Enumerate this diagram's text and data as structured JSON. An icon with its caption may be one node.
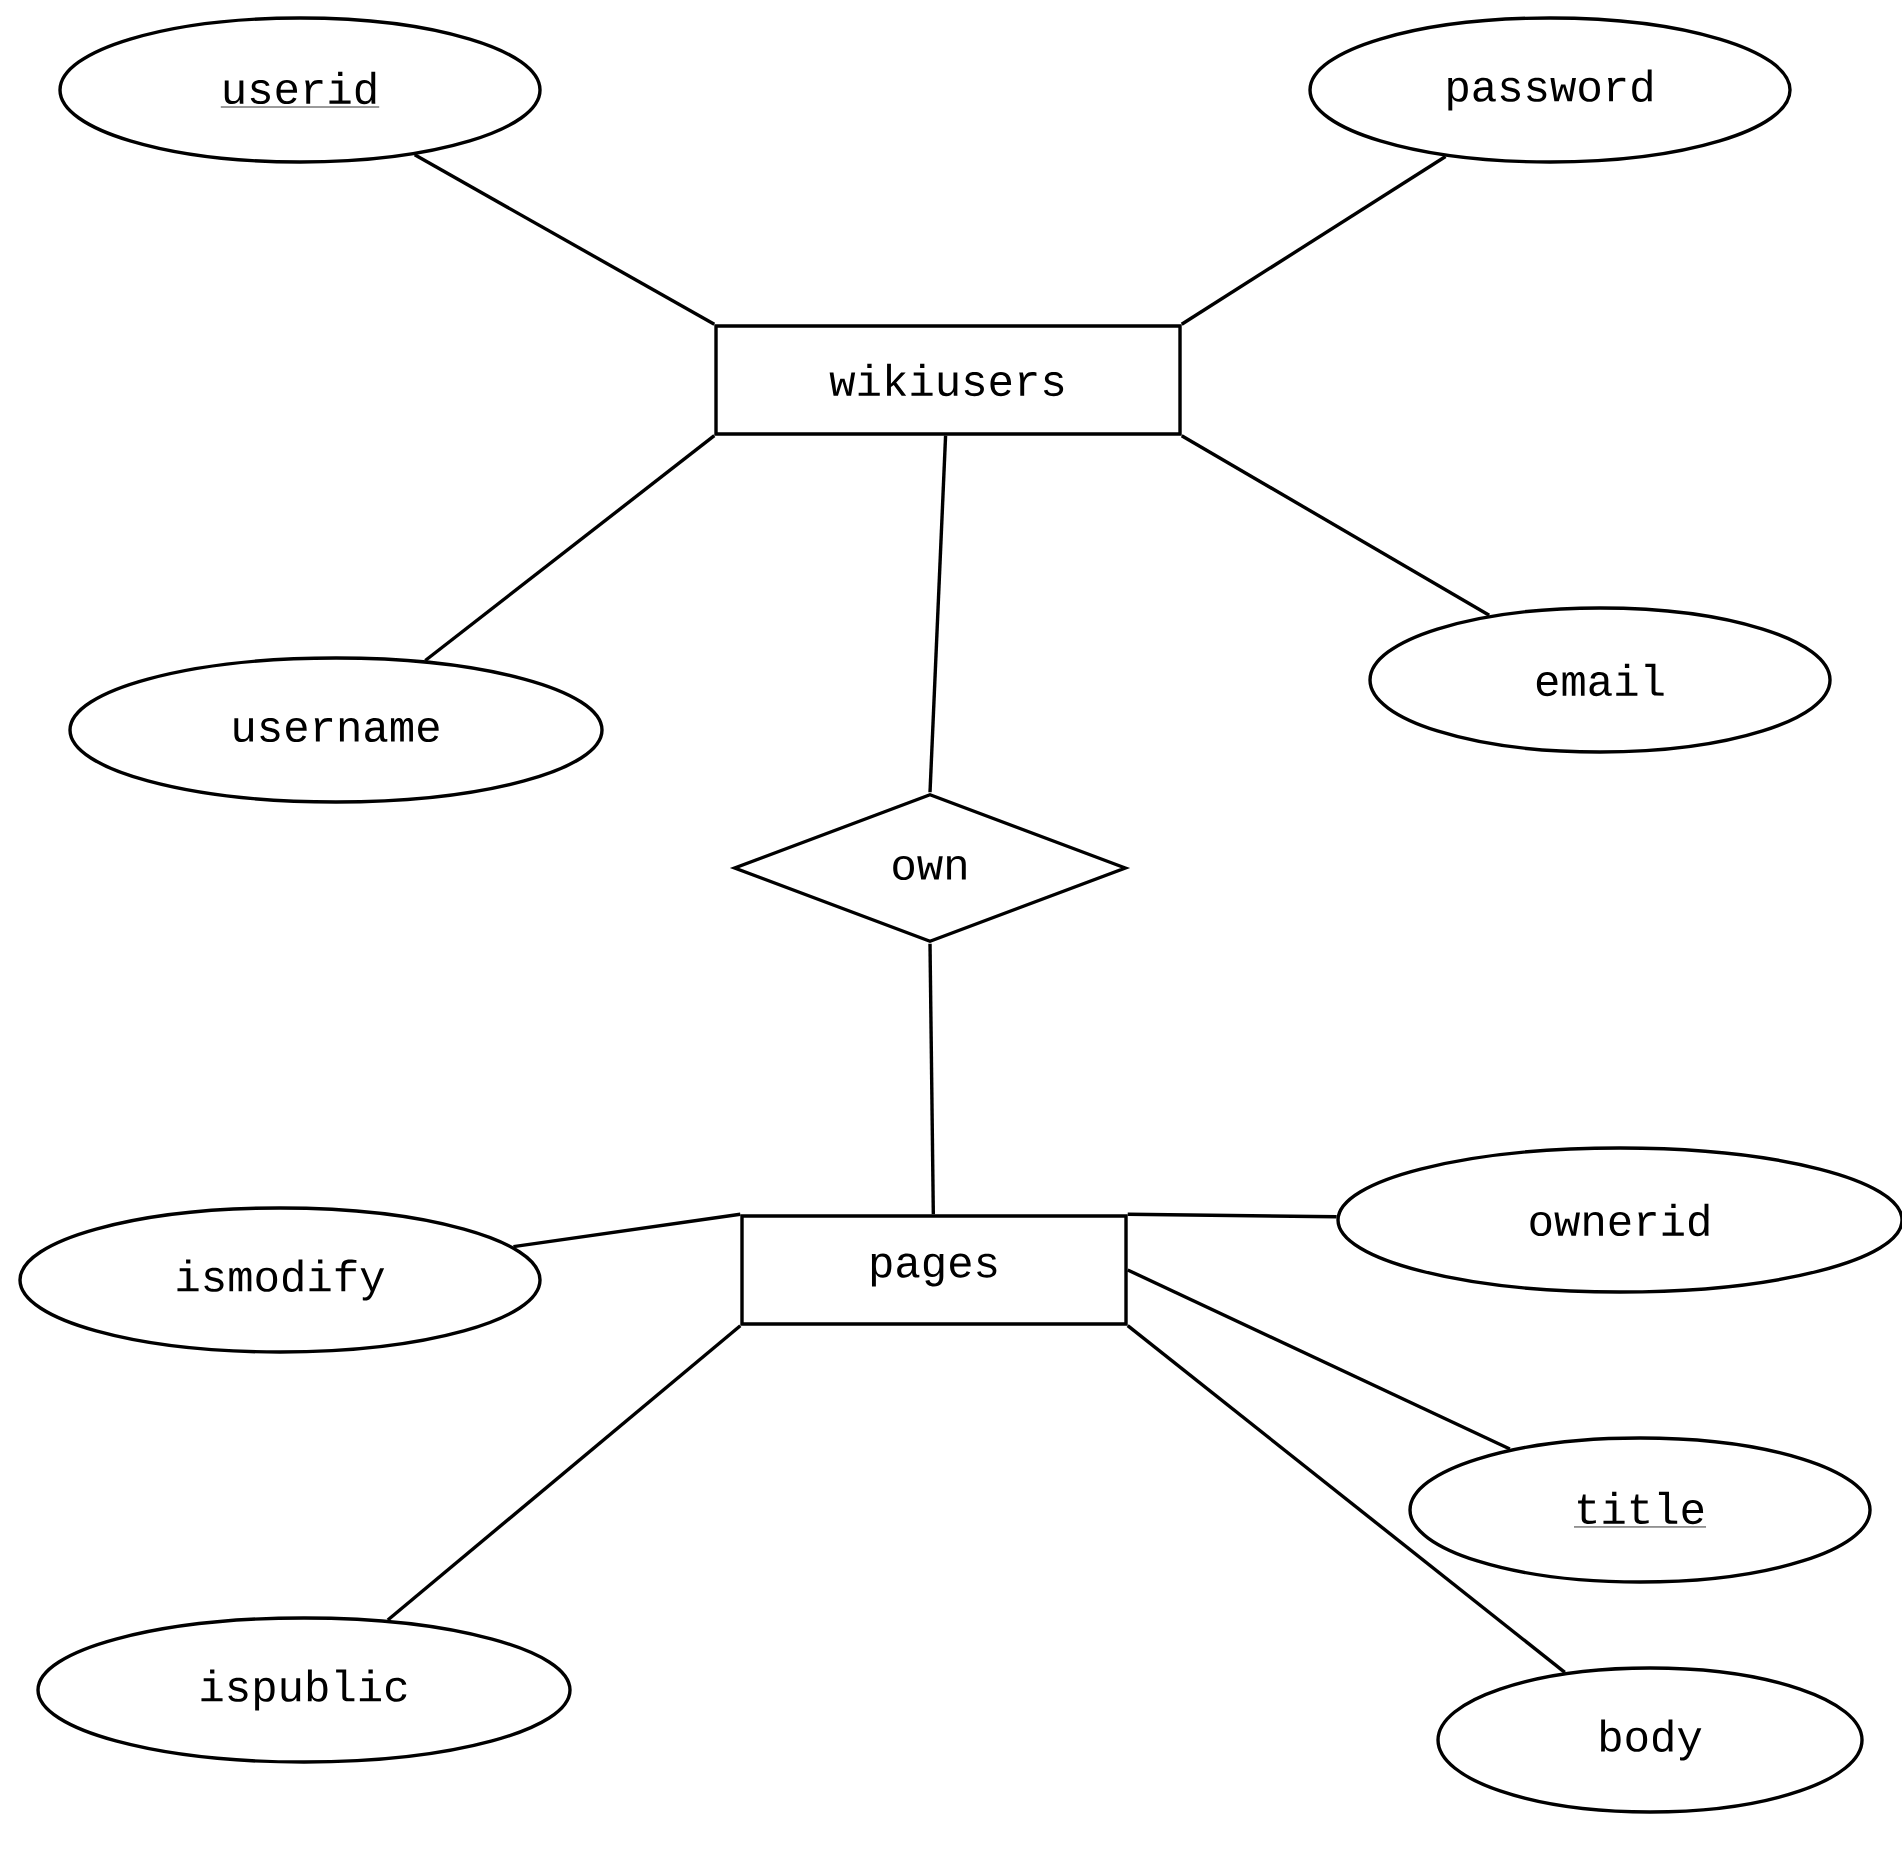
{
  "diagram": {
    "nodes": [
      {
        "text": [
          "userid"
        ]
      },
      {
        "text": [
          "password"
        ]
      },
      {
        "text": [
          "wikiusers"
        ]
      },
      {
        "text": [
          "username"
        ]
      },
      {
        "text": [
          "email"
        ]
      },
      {
        "text": [
          "own"
        ]
      },
      {
        "text": [
          "ismodify"
        ]
      },
      {
        "text": [
          "ownerid"
        ]
      },
      {
        "text": [
          "pages"
        ]
      },
      {
        "text": [
          "title"
        ]
      },
      {
        "text": [
          "ispublic"
        ]
      },
      {
        "text": [
          "body"
        ]
      }
    ],
    "edges": [
      {
        "from": 0,
        "to": 2,
        "arrow": "none"
      },
      {
        "from": 1,
        "to": 2,
        "arrow": "none"
      },
      {
        "from": 2,
        "to": 3,
        "arrow": "none"
      },
      {
        "from": 2,
        "to": 4,
        "arrow": "none"
      },
      {
        "from": 2,
        "to": 5,
        "arrow": "none"
      },
      {
        "from": 5,
        "to": 8,
        "arrow": "none"
      },
      {
        "from": 6,
        "to": 8,
        "arrow": "none"
      },
      {
        "from": 7,
        "to": 8,
        "arrow": "none"
      },
      {
        "from": 8,
        "to": 9,
        "arrow": "none"
      },
      {
        "from": 8,
        "to": 10,
        "arrow": "none"
      },
      {
        "from": 8,
        "to": 11,
        "arrow": "none"
      }
    ]
  }
}
